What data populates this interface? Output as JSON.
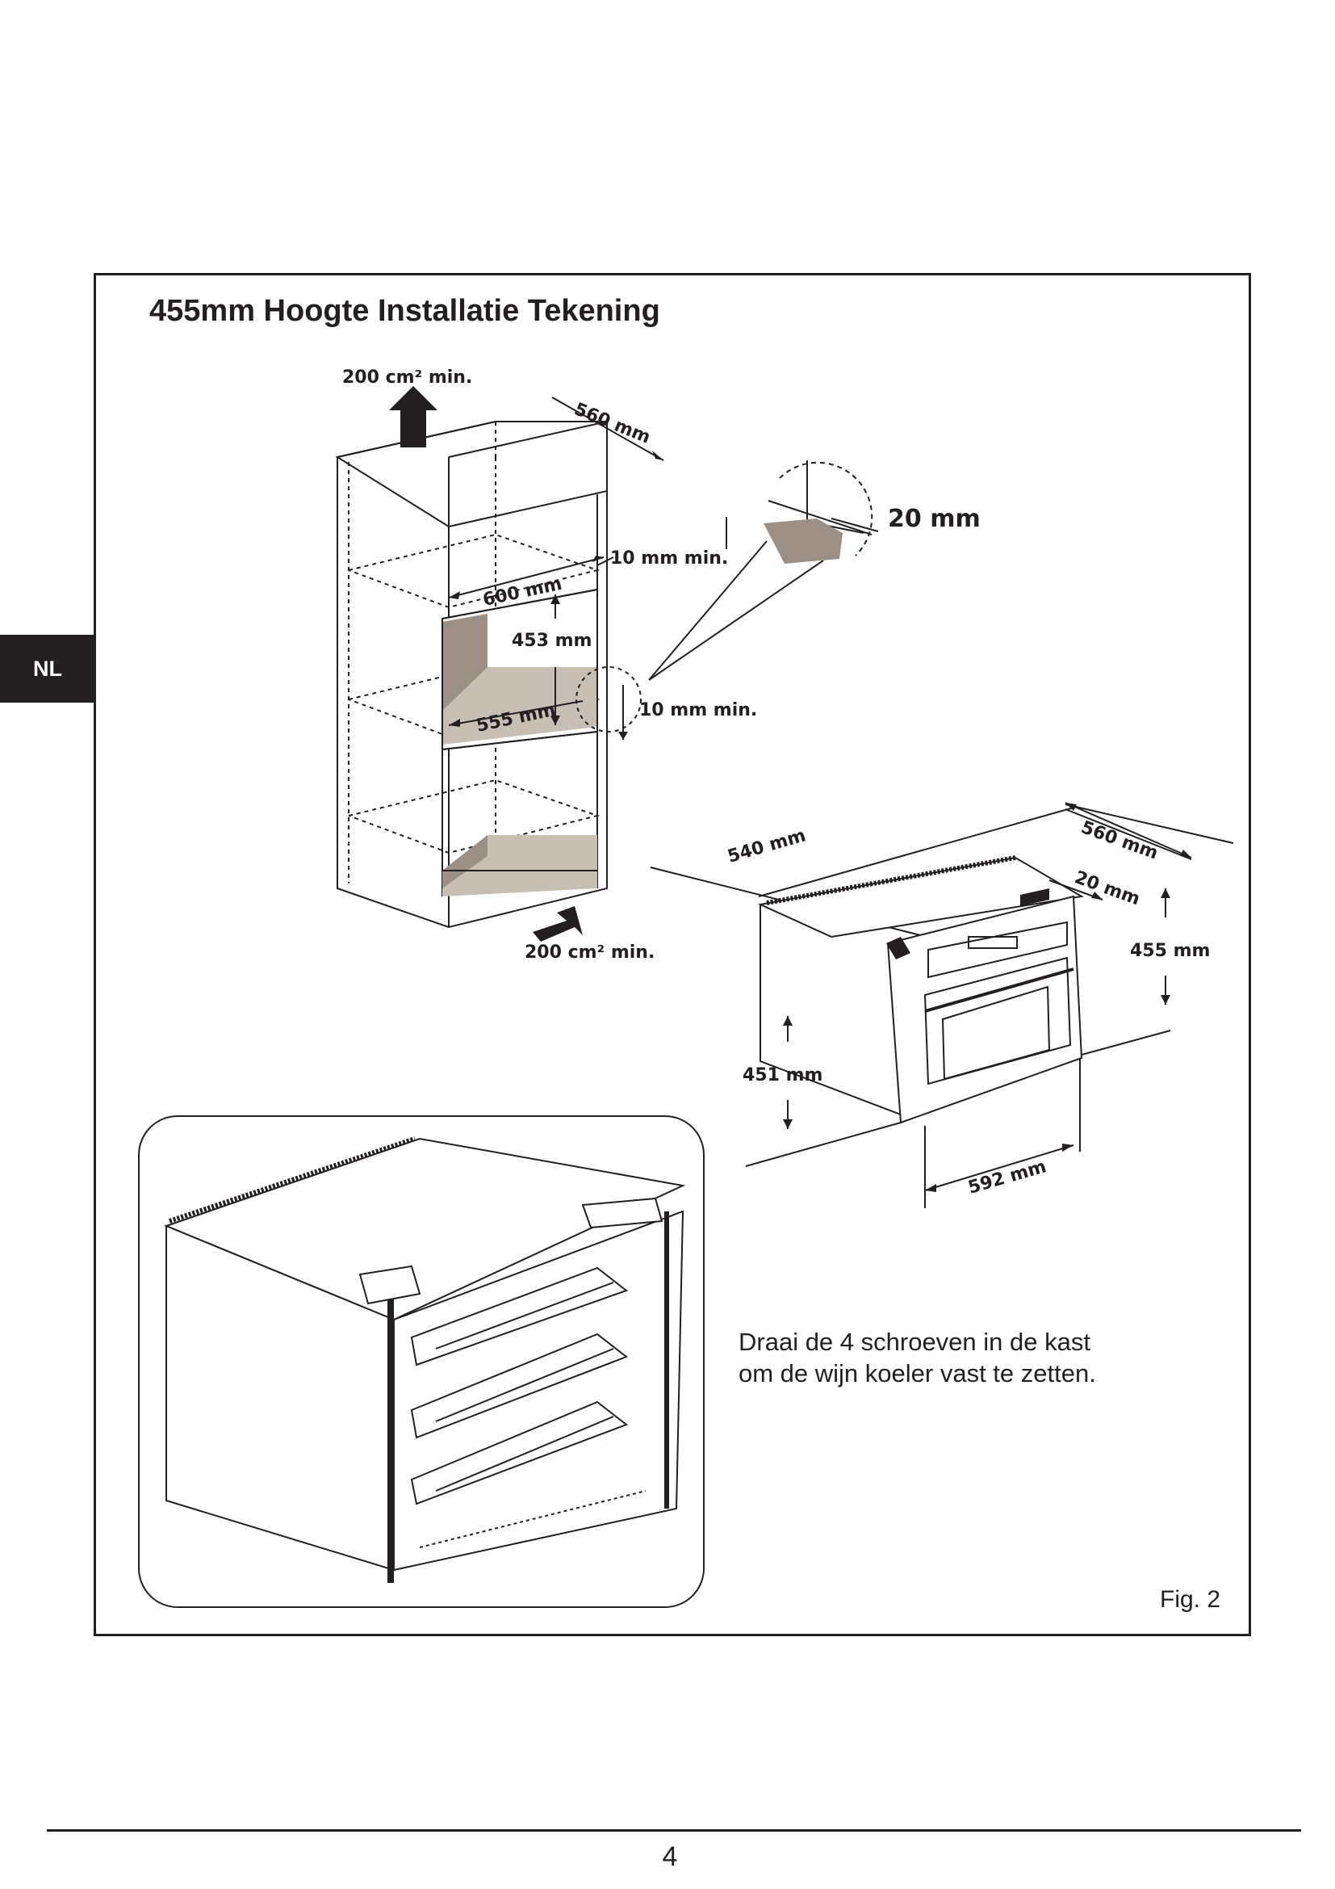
{
  "page": {
    "title": "455mm Hoogte Installatie Tekening",
    "language_tab": "NL",
    "figure_label": "Fig. 2",
    "page_number": "4"
  },
  "cabinet_drawing": {
    "vent_top": "200 cm² min.",
    "vent_bottom": "200 cm² min.",
    "depth": "560 mm",
    "width": "600 mm",
    "niche_height": "453 mm",
    "niche_depth": "555 mm",
    "gap_top": "10 mm min.",
    "gap_bottom": "10 mm min.",
    "detail_thickness": "20 mm"
  },
  "appliance_drawing": {
    "depth_body": "540 mm",
    "depth_total": "560 mm",
    "front_thickness": "20 mm",
    "front_height": "455 mm",
    "body_height": "451 mm",
    "front_width": "592 mm"
  },
  "mounting": {
    "instruction": "Draai de 4 schroeven in de kast  om de  wijn koeler vast te zetten."
  },
  "colors": {
    "ink": "#231f20",
    "niche_fill": "#c7beb4",
    "niche_shadow": "#9c9086"
  }
}
